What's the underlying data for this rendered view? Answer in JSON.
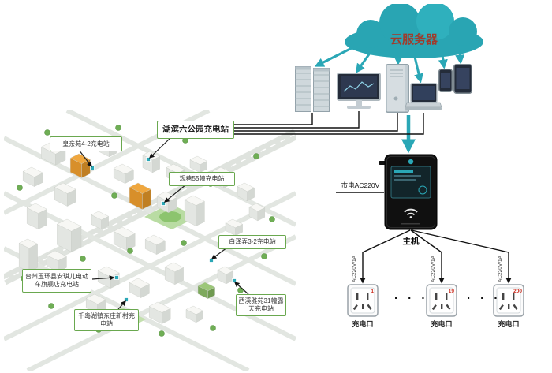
{
  "colors": {
    "accent_teal": "#2aa7b6",
    "station_border_green": "#6aa84f",
    "cloud_text_red": "#a03b2b"
  },
  "cloud": {
    "label": "云服务器"
  },
  "device_icons": [
    "server-rack",
    "desktop-monitor",
    "desktop-tower",
    "laptop",
    "smartphone",
    "tablet"
  ],
  "stations": [
    {
      "label": "皇亲苑4-2充电站"
    },
    {
      "label": "湖滨六公园充电站"
    },
    {
      "label": "观巷55幢充电站"
    },
    {
      "label": "白泽弄3-2充电站"
    },
    {
      "label": "台州玉环县安琪儿电动车旗舰店充电站"
    },
    {
      "label": "西溪雅苑31幢露天充电站"
    },
    {
      "label": "千岛湖镇东庄新村充电站"
    }
  ],
  "host": {
    "label": "主机",
    "power_label": "市电AC220V"
  },
  "charging_ports": [
    {
      "wire_label": "AC220V/1A",
      "label": "充电口",
      "display": "1"
    },
    {
      "wire_label": "AC220V/1A",
      "label": "充电口",
      "display": "19"
    },
    {
      "wire_label": "AC220V/1A",
      "label": "充电口",
      "display": "200"
    }
  ],
  "misc": {
    "dots": "· · ·"
  }
}
